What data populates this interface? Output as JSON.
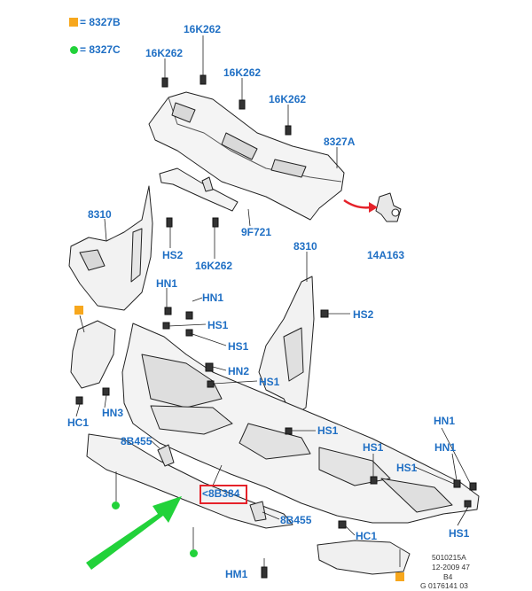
{
  "legend": {
    "square_code": "= 8327B",
    "dot_code": "= 8327C",
    "square_color": "#f7a71d",
    "dot_color": "#22d23a"
  },
  "labels": {
    "l16k262_top": "16K262",
    "l16k262_left": "16K262",
    "l16k262_mid": "16K262",
    "l16k262_right": "16K262",
    "l16k262_lower": "16K262",
    "l8327a": "8327A",
    "l14a163": "14A163",
    "l8310_left": "8310",
    "l8310_right": "8310",
    "l9f721": "9F721",
    "hs2_left": "HS2",
    "hs2_right": "HS2",
    "hn1_a": "HN1",
    "hn1_b": "HN1",
    "hs1_a": "HS1",
    "hs1_b": "HS1",
    "hn2": "HN2",
    "hs1_c": "HS1",
    "hs1_d": "HS1",
    "hc1_left": "HC1",
    "hn3": "HN3",
    "l8b455_left": "8B455",
    "l8b384": "<8B384",
    "l8b455_right": "8B455",
    "hs1_e": "HS1",
    "hs1_f": "HS1",
    "hn1_c": "HN1",
    "hn1_d": "HN1",
    "hc1_right": "HC1",
    "hs1_g": "HS1",
    "hm1": "HM1"
  },
  "footer": {
    "line1": "5010215A",
    "line2": "12-2009 47",
    "line3": "B4",
    "line4": "G 0176141 03"
  },
  "colors": {
    "label": "#1f6fc4",
    "highlight": "#e5222a",
    "arrow_red": "#e5222a",
    "arrow_green": "#22d23a"
  }
}
